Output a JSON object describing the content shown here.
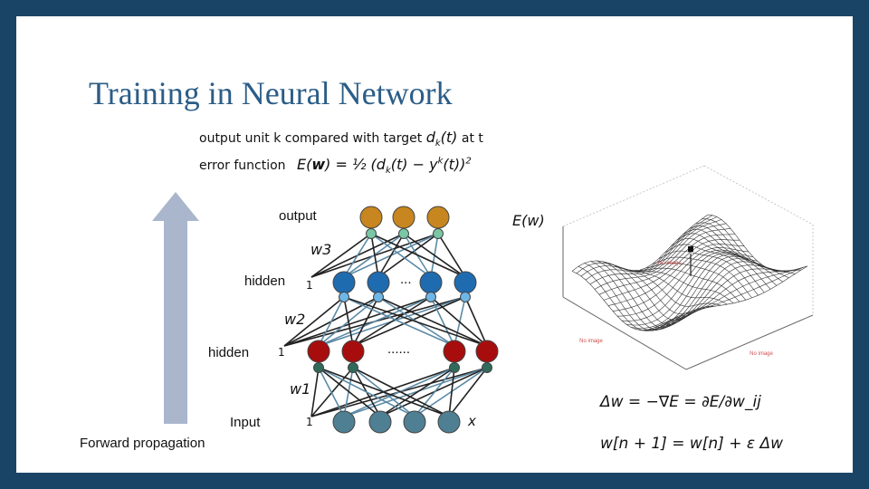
{
  "slide": {
    "title": "Training in Neural Network",
    "footer_label": "Forward propagation",
    "colors": {
      "frame": "#1a4466",
      "title": "#2b5d87",
      "arrow": "#a9b6cc"
    }
  },
  "header_text": {
    "line1": "output unit k compared with target",
    "line1_tail": "at t",
    "line2": "error function"
  },
  "network": {
    "labels": {
      "output": "output",
      "hidden_top": "hidden",
      "hidden_bottom": "hidden",
      "input": "Input",
      "w3": "w3",
      "w2": "w2",
      "w1": "w1",
      "bias": "1",
      "ellipsis_top": "...",
      "ellipsis_mid": "......",
      "x": "x"
    },
    "colors": {
      "output_node": "#c7861f",
      "hidden_top_node": "#1f6bb0",
      "hidden_bottom_node": "#a80d0d",
      "input_node": "#4f7f93",
      "connector_top": "#79c7a5",
      "connector_mid": "#6eb6e6",
      "connector_bottom": "#2f6b5a"
    }
  },
  "surface": {
    "ylabel": "E(w)",
    "placeholder": "No image"
  },
  "equations": {
    "delta_w": "Δw = −∇E = ∂E/∂w_ij",
    "update": "w[n + 1] = w[n] + ε Δw"
  }
}
